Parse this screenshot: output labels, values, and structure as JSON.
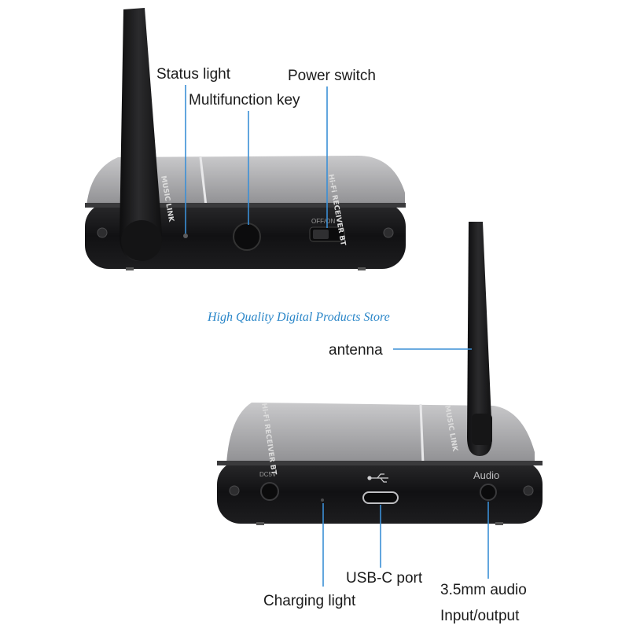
{
  "store_watermark": "High Quality Digital Products Store",
  "top_device": {
    "callouts": {
      "status_light": "Status light",
      "multifunction_key": "Multifunction key",
      "power_switch": "Power switch"
    },
    "printed": {
      "brand": "MUSIC LINK",
      "model": "Hi-Fi RECEIVER BT",
      "switch_label": "OFF/ON"
    }
  },
  "bottom_device": {
    "callouts": {
      "antenna": "antenna",
      "usb_c_port": "USB-C port",
      "charging_light": "Charging light",
      "audio_line1": "3.5mm audio",
      "audio_line2": "Input/output"
    },
    "printed": {
      "brand": "MUSIC LINK",
      "model": "Hi-Fi RECEIVER BT",
      "audio_port_label": "Audio",
      "dc_port_label": "DC5V"
    }
  },
  "colors": {
    "callout_line": "#3b8fd6",
    "watermark": "#2a86c8",
    "device_body": "#1c1c1e",
    "device_top_panel": "#b4b4b6"
  }
}
